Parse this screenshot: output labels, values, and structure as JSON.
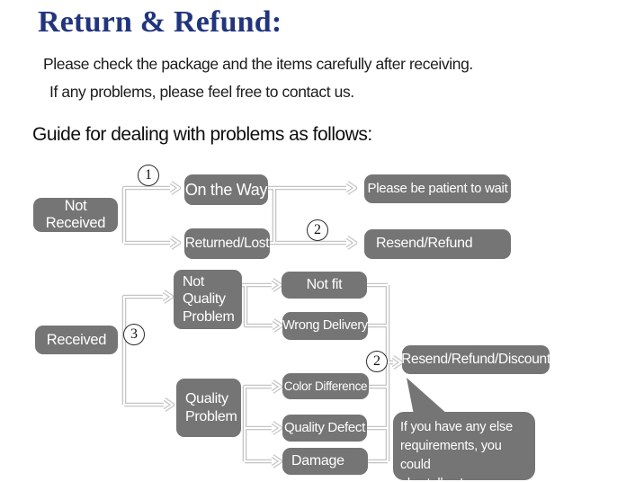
{
  "header": {
    "title": "Return & Refund:",
    "line1": "Please check the package and the items carefully after receiving.",
    "line2": "If any problems, please feel free to contact us.",
    "guide_heading": "Guide for dealing with problems as follows:"
  },
  "colors": {
    "title_blue": "#21357d",
    "node_gray": "#757575",
    "node_text": "#ffffff",
    "connector_gray": "#c5c5c5"
  },
  "flow": {
    "not_received": "Not Received",
    "on_the_way": "On the Way",
    "returned_lost": "Returned/Lost",
    "please_wait": "Please be patient to wait",
    "resend_refund": "Resend/Refund",
    "received": "Received",
    "not_quality_problem": "Not\nQuality\nProblem",
    "not_fit": "Not fit",
    "wrong_delivery": "Wrong Delivery",
    "quality_problem": "Quality\nProblem",
    "color_difference": "Color Difference",
    "quality_defect": "Quality Defect",
    "damage": "Damage",
    "resend_refund_discount": "Resend/Refund/Discount",
    "bubble": "If you have any else\nrequirements, you could\nalso tell us!"
  },
  "steps": {
    "s1": "1",
    "s2a": "2",
    "s3": "3",
    "s2b": "2"
  }
}
